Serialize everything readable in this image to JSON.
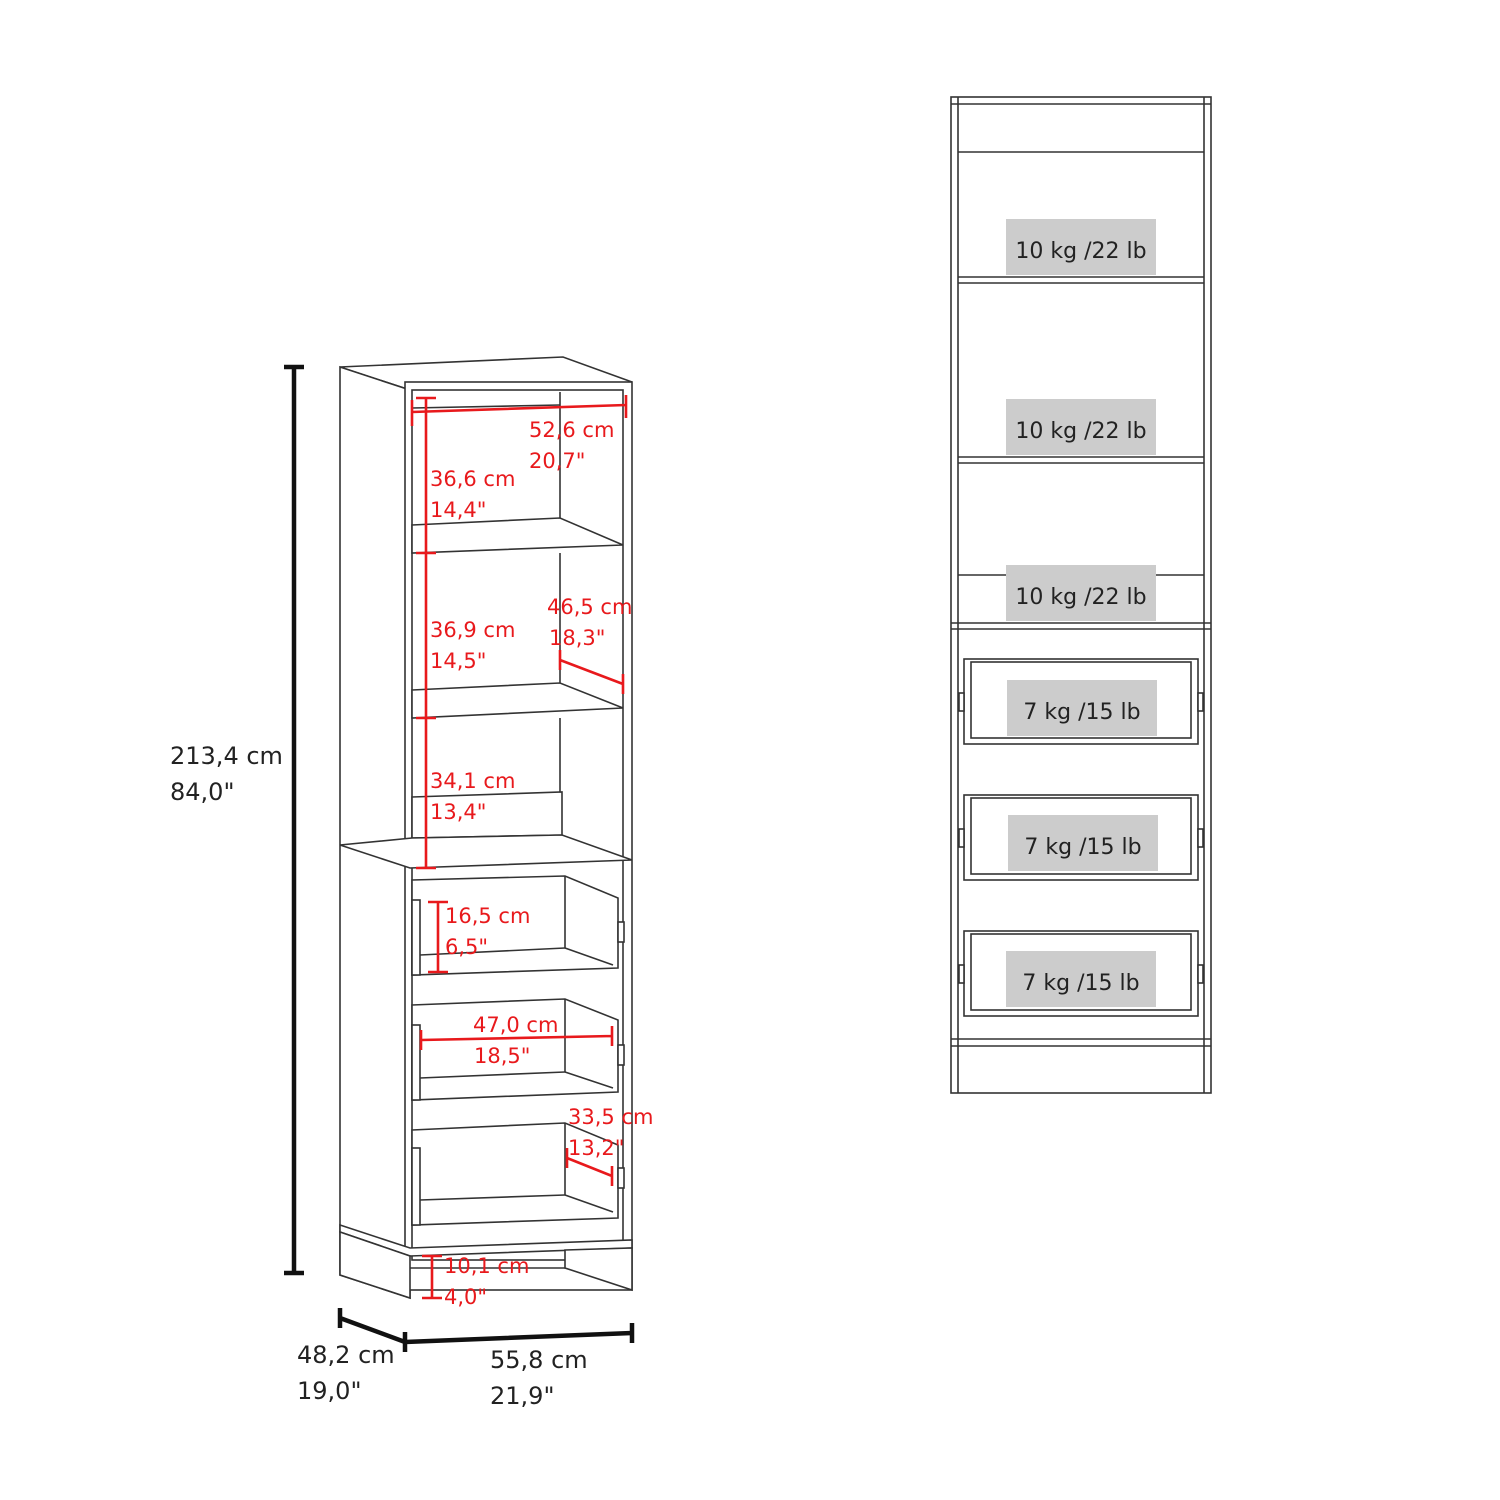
{
  "colors": {
    "dimension": "#e8191c",
    "label_bg": "#cccccc",
    "line": "#333333"
  },
  "overall": {
    "height_cm": "213,4 cm",
    "height_in": "84,0\"",
    "depth_cm": "48,2 cm",
    "depth_in": "19,0\"",
    "width_cm": "55,8 cm",
    "width_in": "21,9\""
  },
  "inner": {
    "shelf_width_cm": "52,6 cm",
    "shelf_width_in": "20,7\"",
    "top_h_cm": "36,6 cm",
    "top_h_in": "14,4\"",
    "mid_h_cm": "36,9 cm",
    "mid_h_in": "14,5\"",
    "shelf_depth_cm": "46,5 cm",
    "shelf_depth_in": "18,3\"",
    "low_h_cm": "34,1 cm",
    "low_h_in": "13,4\"",
    "drawer_h_cm": "16,5 cm",
    "drawer_h_in": "6,5\"",
    "drawer_w_cm": "47,0 cm",
    "drawer_w_in": "18,5\"",
    "drawer_d_cm": "33,5 cm",
    "drawer_d_in": "13,2\"",
    "base_h_cm": "10,1 cm",
    "base_h_in": "4,0\""
  },
  "load_labels": [
    "10 kg /22 lb",
    "10 kg /22 lb",
    "10 kg /22 lb",
    "7 kg /15 lb",
    "7 kg /15 lb",
    "7 kg /15 lb"
  ]
}
